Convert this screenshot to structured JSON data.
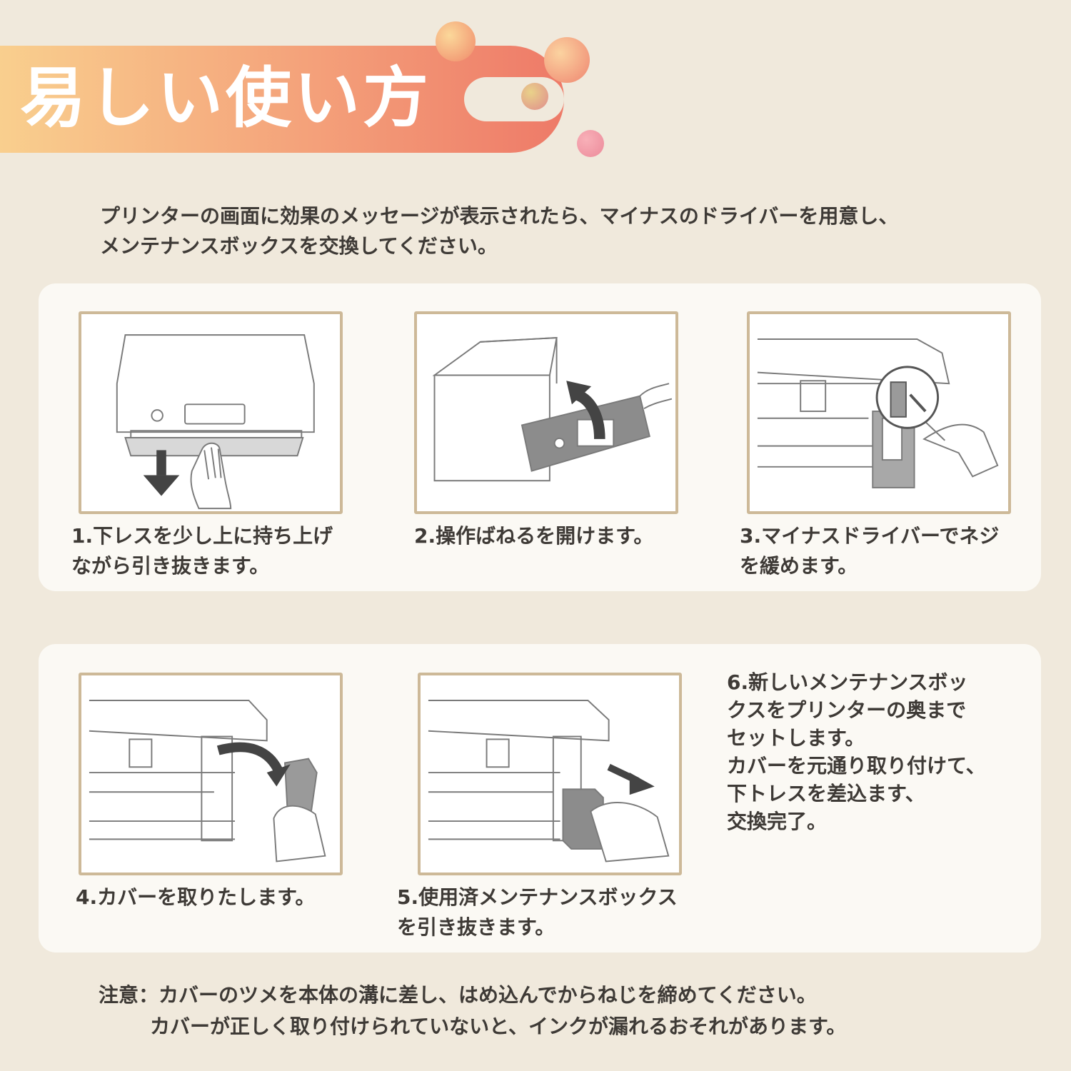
{
  "header": {
    "title": "易しい使い方"
  },
  "intro": {
    "line1": "プリンターの画面に効果のメッセージが表示されたら、マイナスのドライバーを用意し、",
    "line2": "メンテナンスボックスを交換してください。"
  },
  "steps": [
    {
      "line1": "1.下レスを少し上に持ち上げ",
      "line2": "ながら引き抜きます。"
    },
    {
      "line1": "2.操作ばねるを開けます。"
    },
    {
      "line1": "3.マイナスドライバーでネジ",
      "line2": "を緩めます。"
    },
    {
      "line1": "4.カバーを取りたします。"
    },
    {
      "line1": "5.使用済メンテナンスボックス",
      "line2": "を引き抜きます。"
    },
    {
      "lines": [
        "6.新しいメンテナンスボッ",
        "クスをプリンターの奥まで",
        "セットします。",
        "カバーを元通り取り付けて、",
        "下トレスを差込ます、",
        "交換完了。"
      ]
    }
  ],
  "note": {
    "line1": "注意：カバーのツメを本体の溝に差し、はめ込んでからねじを締めてください。",
    "line2": "カバーが正しく取り付けられていないと、インクが漏れるおそれがあります。"
  },
  "colors": {
    "background": "#f0e9dc",
    "banner_start": "#f9cf8e",
    "banner_end": "#ee7a68",
    "frame_border": "#cdb998",
    "text": "#3e3a36"
  }
}
